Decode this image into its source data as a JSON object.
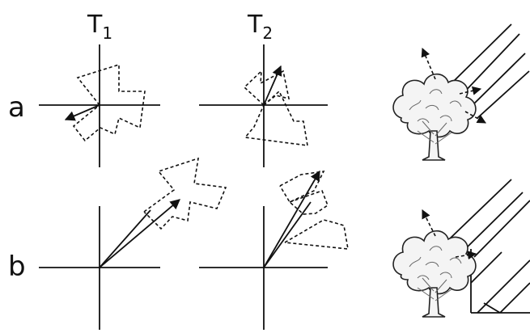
{
  "columns": {
    "t1": {
      "letter": "T",
      "sub": "1"
    },
    "t2": {
      "letter": "T",
      "sub": "2"
    }
  },
  "rows": {
    "a": "a",
    "b": "b"
  },
  "colors": {
    "ink": "#111111",
    "tree_fill": "#f4f4f4"
  },
  "icons": [
    "tree-icon",
    "arrow-icon"
  ]
}
